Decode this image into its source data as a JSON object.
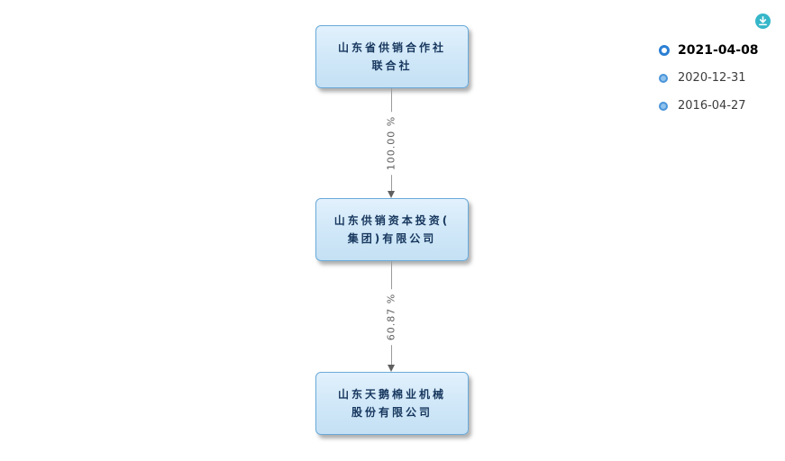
{
  "diagram": {
    "nodes": [
      {
        "line1": "山东省供销合作社",
        "line2": "联合社"
      },
      {
        "line1": "山东供销资本投资(",
        "line2": "集团)有限公司"
      },
      {
        "line1": "山东天鹅棉业机械",
        "line2": "股份有限公司"
      }
    ],
    "edges": [
      {
        "label": "100.00 %"
      },
      {
        "label": "60.87 %"
      }
    ]
  },
  "timeline": {
    "dates": [
      {
        "label": "2021-04-08",
        "selected": true
      },
      {
        "label": "2020-12-31",
        "selected": false
      },
      {
        "label": "2016-04-27",
        "selected": false
      }
    ]
  },
  "toolbar": {
    "download_icon": "download-icon"
  },
  "colors": {
    "node_fill": "#d3e9f8",
    "node_border": "#6aaad9",
    "node_text": "#17375e",
    "edge_gray": "#9a9a9a",
    "accent_blue": "#2b7fd4",
    "download_teal": "#35b6c9"
  }
}
